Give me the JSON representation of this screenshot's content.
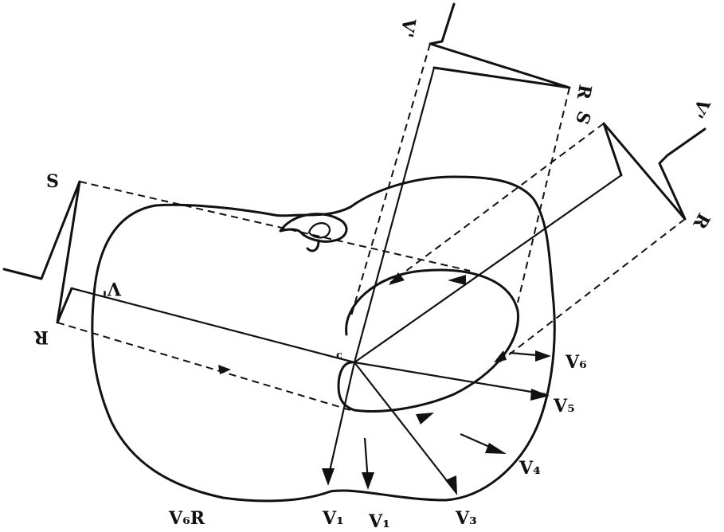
{
  "figure": {
    "labels": {
      "s_left": "S",
      "r_left": "R",
      "v1_left": "V'",
      "v5r_bottom": "V₆R",
      "v1_bottom": "V₁",
      "v2_bottom": "V₁",
      "v3_bottom": "V₃",
      "v4_right": "V₄",
      "v5_right": "V₅",
      "v6_right": "V₆",
      "v1_top": "V'",
      "r_top": "R",
      "s_top_right": "S",
      "r_right": "R",
      "v_right_top": "V'",
      "center": "c"
    },
    "colors": {
      "ink": "#111111",
      "background": "#ffffff"
    }
  }
}
